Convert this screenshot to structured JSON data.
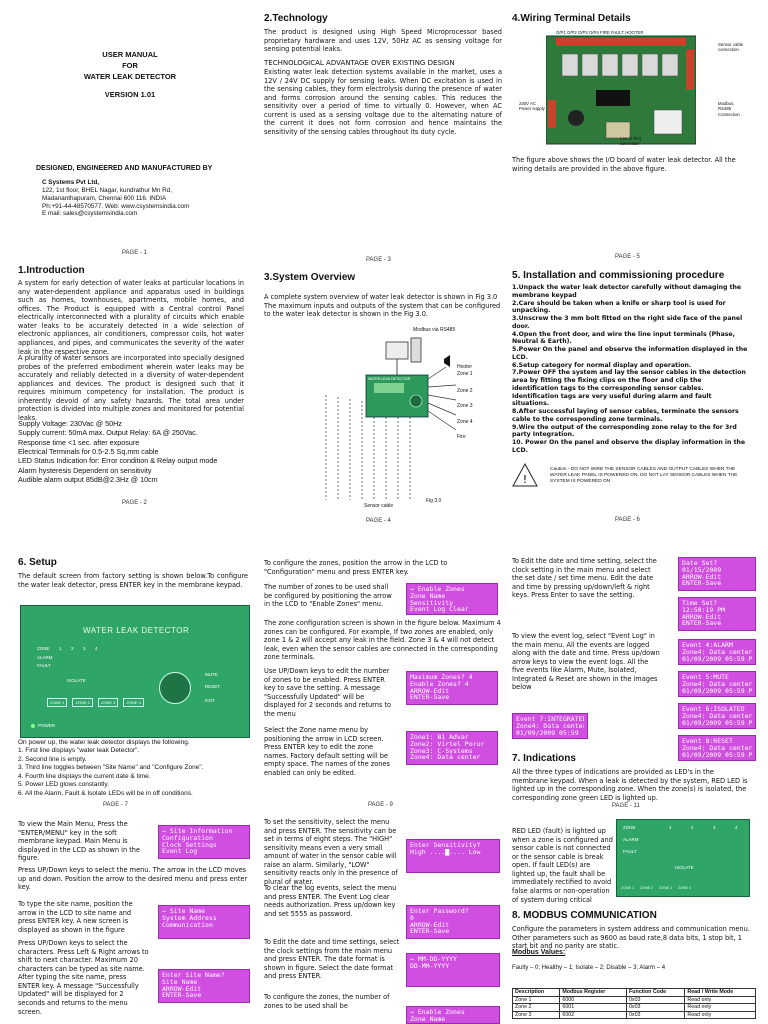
{
  "p1": {
    "title_lines": [
      "USER MANUAL",
      "FOR",
      "WATER LEAK DETECTOR"
    ],
    "version": "VERSION 1.01",
    "designed_by": "DESIGNED, ENGINEERED AND MANUFACTURED BY",
    "company": "C Systems Pvt Ltd,",
    "address_lines": [
      "122, 1st floor, BHEL Nagar, kundrathur Mn Rd,",
      "Madananthapuram, Chennai 600 116. INDIA",
      "Ph:+91-44-48570577. Web: www.csystemsindia.com",
      "E mail: sales@csystemsindia.com"
    ],
    "page": "PAGE - 1"
  },
  "p2": {
    "heading": "1.Introduction",
    "para1": "A system for early detection of water leaks at particular locations in any water-dependent appliance and apparatus used in buildings such as homes, townhouses, apartments, mobile homes, and offices. The Product is equipped with a Central control Panel electrically interconnected with a plurality of circuits which enable water leaks to be accurately detected in a wide selection of electronic appliances, air conditioners, compressor coils, hot water appliances, and pipes, and communicates the severity of the water leak in the respective zone.",
    "para2": "A plurality of water sensors are incorporated into specially designed probes of the preferred embodiment wherein water leaks may be accurately and reliably detected in a diversity of water-dependent appliances and devices. The product is designed such that it requires minimum competency for installation. The product is inherently devoid of any safety hazards. The total area under protection is divided into multiple zones and monitored for potential leaks.",
    "specs": [
      "Supply Voltage: 230Vac @ 50Hz",
      "Supply current: 50mA max. Output Relay: 6A @ 250Vac.",
      "Response time <1 sec. after exposure",
      "Electrical Terminals for 0.5-2.5 Sq.mm cable",
      "LED Status Indication for: Error condition & Relay output mode",
      "Alarm hysteresis Dependent on sensitivity",
      "Audible alarm output 85dB@2.3Hz @ 10cm"
    ],
    "page": "PAGE - 2"
  },
  "p3": {
    "heading": "2.Technology",
    "para1": "The product is designed using High Speed Microprocessor based proprietary hardware and uses 12V, 50Hz AC as sensing voltage for sensing potential leaks.",
    "subhead": "TECHNOLOGICAL ADVANTAGE OVER EXISTING DESIGN",
    "para2": "Existing water leak detection systems available in the market, uses a 12V / 24V DC supply for sensing leaks. When DC excitation is used in the sensing cables, they form electrolysis during the presence of water and forms corrosion around the sensing cables. This reduces the sensitivity over a period of time to virtually 0. However, when AC current is used as a sensing voltage due to the alternating nature of the current it does not form corrosion and hence maintains the sensitivity of the sensing cables throughout its duty cycle.",
    "page": "PAGE - 3"
  },
  "p4": {
    "heading": "3.System Overview",
    "para": "A complete system overview of water leak detector is shown in Fig 3.0 The maximum inputs and outputs of the system that can be configured to the water leak detector is shown in the Fig 3.0.",
    "modbus_label": "Modbus via RS485",
    "panel_title": "WATER LEAK DETECTOR",
    "zones": [
      "Zone 1",
      "Zone 2",
      "Zone 3",
      "Zone 4"
    ],
    "hooter": "Hooter",
    "fire": "Fire",
    "sensor_cable": "Sensor cable",
    "fig": "Fig 3.0",
    "page": "PAGE - 4"
  },
  "p5": {
    "heading": "4.Wiring Terminal Details",
    "board_top": "O/P1  O/P2  O/P3  O/P4  FIRE  FAULT  HOOTER",
    "label_right1": "Sensor cable connection",
    "label_left": "230V AC Power supply",
    "label_bottom": "Lan (4 Pin) connector",
    "label_right2": "Modbus, RS485 Connection",
    "para": "The figure above shows the I/O board of water leak detector. All the wiring details are provided in the above figure.",
    "page": "PAGE - 5"
  },
  "p6": {
    "heading": "5. Installation and commissioning procedure",
    "steps": [
      "1.Unpack the water leak detector carefully without damaging the membrane keypad",
      "2.Care should be taken when a knife or sharp tool is used for unpacking.",
      "3.Unscrew the 3 mm bolt fitted on the right side face of the panel door.",
      "4.Open the front door, and wire the line input terminals (Phase, Neutral & Earth).",
      "5.Power On the panel and observe the information displayed in the LCD.",
      "6.Setup category for normal display and operation.",
      "7.Power OFF the system and lay the sensor cables in the detection area by fitting the fixing clips on the floor and clip the identification tags to the corresponding sensor cables. Identification tags are very useful during alarm and fault situations.",
      "8.After successful laying of sensor cables, terminate the sensors cable to the corresponding zone terminals.",
      "9.Wire the output of the corresponding zone relay to the for 3rd party Integration.",
      "10. Power On the panel and observe the display information in the LCD."
    ],
    "caution": "Caution - DO NOT WIRE THE SENSOR CABLES AND OUTPUT CABLES WHEN THE WATER LEAK PANEL IS POWERED ON. DO NOT LAY SENSOR CABLES WHEN THE SYSTEM IS POWERED ON",
    "page": "PAGE - 6"
  },
  "p7": {
    "heading": "6. Setup",
    "para": "The default screen from factory setting is shown below.To configure the water leak detector, press ENTER key in the membrane keypad.",
    "panel": {
      "title": "WATER LEAK DETECTOR",
      "zone": "ZONE",
      "alarm": "ALARM",
      "fault": "FAULT",
      "nums": [
        "1",
        "2",
        "3",
        "4"
      ],
      "isolate": "ISOLATE",
      "zones_row": [
        "ZONE 1",
        "ZONE 2",
        "ZONE 3",
        "ZONE 4"
      ],
      "mute": "MUTE",
      "reset": "RESET",
      "exit": "EXIT",
      "power": "POWER"
    },
    "list": [
      "On power up, the water leak detector displays the following.",
      "1. First line displays \"water leak Detector\".",
      "2. Second line is empty.",
      "3. Third line toggles between \"Site Name\" and \"Configure Zone\".",
      "4. Fourth line displays the current date & time.",
      "5. Power LED glows constantly.",
      "6. All the Alarm, Fault & Isolate LEDs will be in off conditions."
    ],
    "page": "PAGE - 7"
  },
  "p8": {
    "para1": "To view the Main Menu, Press the \"ENTER/MENU\" key in the soft membrane keypad. Main Menu is displayed in the LCD as shown in the figure.",
    "para2": "Press UP/Down keys to select the menu. The arrow in the LCD moves up and down. Position the arrow to the desired menu and press enter key.",
    "para3": "To type the site name, position the arrow in the LCD to site name and press ENTER key. A new screen is displayed as shown in the figure",
    "para4": "Press UP/Down keys to select the characters. Press Left & Right arrows to shift to next character. Maximum 20 characters can be typed as site name. After typing the site name, press ENTER key. A message \"Successfully Updated\" will be displayed for 2 seconds and returns to the menu screen.",
    "lcd1": [
      "→ Site Information",
      "  Configuration",
      "  Clock Settings",
      "  Event Log"
    ],
    "lcd2": [
      "→ Site Name",
      "  System Address",
      "  Communication",
      ""
    ],
    "lcd3": [
      " Enter Site Name?",
      "Site Name",
      "   ARROW-Edit",
      "   ENTER-Save"
    ]
  },
  "p9": {
    "para1": "To configure the zones, position the arrow in the LCD to \"Configuration\" menu and press ENTER key.",
    "para2": "The number of zones to be used shall be configured by positioning the arrow in the LCD to \"Enable Zones\" menu.",
    "para3": "The zone configuration screen is shown in the figure below. Maximum 4 zones can be configured. For example, If two zones are enabled, only zone 1 & 2 will accept any leak in the field. Zone 3 & 4 will not detect leak, even when the sensor cables are connected in the corresponding zone terminals.",
    "para4": "Use UP/Down keys to edit the number of zones to be enabled. Press ENTER key to save the setting. A message \"Successfully Updated\" will be displayed for 2 seconds and returns to the menu",
    "para5": "Select the Zone name menu by positioning the arrow in LCD screen. Press ENTER key to edit the zone names. Factory default setting will be empty space. The names of the zones enabled can only be edited.",
    "lcd1": [
      "→ Enable Zones",
      "  Zone Name",
      "  Sensitivity",
      "  Event Log Clear"
    ],
    "lcd2": [
      " Maximum Zones? 4",
      " Enable Zones? 4",
      "   ARROW-Edit",
      "   ENTER-Save"
    ],
    "lcd3": [
      "Zone1: B1 Advar",
      "Zone2: Virtel Porur",
      "Zone3: C-Systems",
      "Zone4: Data center"
    ],
    "page": "PAGE - 9"
  },
  "p10": {
    "para1": "To set the sensitivity, select the menu and press ENTER. The sensitivity can be set in terms of eight steps. The \"HIGH\" sensitivity means even a very small amount of water in the sensor cable will raise an alarm. Similarly, \"LOW\" sensitivity reacts only in the presence of plural of water.",
    "para2": "To clear the log events, select the menu and press ENTER. The Event Log clear needs authorization. Press up/down key and set 5555 as password.",
    "para3": "To Edit the date and time settings, select the clock settings from the main menu and press ENTER. The date format is shown in figure. Select the date format and press ENTER.",
    "para4": "To configure the zones, the number of zones to be used shall be",
    "lcd1": [
      " Enter Sensitivity?",
      "",
      "High ....█.... Low",
      ""
    ],
    "lcd2": [
      " Enter Password?",
      "     0",
      "   ARROW-Edit",
      "   ENTER-Save"
    ],
    "lcd3": [
      "",
      "→ MM-DD-YYYY",
      "  DD-MM-YYYY",
      ""
    ],
    "lcd4": [
      "→ Enable Zones",
      "  Zone Name"
    ]
  },
  "p11": {
    "para1": "To Edit the date and time setting, select the clock setting in the main menu and select the set date / set time menu. Edit the date and time by pressing up/down/left & right keys. Press Enter to save the setting.",
    "para2": "To view the event log, select \"Event Log\" in the main menu. All the events are logged along with the date and time. Press up/down arrow keys to view the event logs. All the five events like Alarm, Mute, Isolated, Integrated & Reset are shown in the images below",
    "heading": "7. Indications",
    "para3": "All the three types of indications are provided as LED's in the membrane keypad. When a leak is detected by the system, RED LED is lighted up in the corresponding zone. When the zone(s) is isolated, the corresponding zone green LED is lighted up.",
    "lcd_date": [
      " Date Set?",
      "   01/15/2009",
      "  ARROW-Edit",
      "  ENTER-Save"
    ],
    "lcd_time": [
      " Time Set?",
      "  12:50:19 PM",
      "  ARROW-Edit",
      "  ENTER-Save"
    ],
    "lcd_alarm": [
      "Event 4:ALARM",
      "Zone4: Data center",
      "01/09/2009  05:59 PM"
    ],
    "lcd_mute": [
      "Event 5:MUTE",
      "Zone4: Data center",
      "01/09/2009  05:59 PM"
    ],
    "lcd_isolated": [
      "Event 6:ISOLATED",
      "Zone4: Data center",
      "01/09/2009  05:59 PM"
    ],
    "lcd_integrated": [
      "Event 7:INTEGRATED",
      "Zone4: Data center",
      "01/09/2009  05:59"
    ],
    "lcd_reset": [
      "Event 8:RESET",
      "Zone4: Data center",
      "01/09/2009  05:59 PM"
    ],
    "page": "PAGE - 11"
  },
  "p12": {
    "para1": "RED LED (fault) is lighted up when a zone is configured and sensor cable is not connected or the sensor cable is break open. If fault LED(s) are lighted up, the fault shall be immediately rectified to avoid false alarms or non-operation of system during critical",
    "panel": {
      "zone": "ZONE",
      "alarm": "ALARM",
      "fault": "FAULT",
      "nums": [
        "1",
        "2",
        "3",
        "4"
      ],
      "isolate": "ISOLATE",
      "zones_row": [
        "ZONE 1",
        "ZONE 2",
        "ZONE 3",
        "ZONE 4"
      ]
    },
    "heading": "8. MODBUS COMMUNICATION",
    "para2": "Configure the parameters in system address and communication menu. Other parameters such as 9600 as baud rate,8 data bits, 1 stop bit, 1 start bit and no parity are static.",
    "values_head": "Modbus Values:",
    "values": "Faulty – 0; Healthy – 1; Isolate – 2; Disable – 3; Alarm – 4",
    "table": {
      "headers": [
        "Description",
        "Modbus Register",
        "Function Code",
        "Read / Write Mode"
      ],
      "rows": [
        [
          "Zone 1",
          "6000",
          "0x03",
          "Read only"
        ],
        [
          "Zone 2",
          "6001",
          "0x03",
          "Read only"
        ],
        [
          "Zone 3",
          "6002",
          "0x03",
          "Read only"
        ]
      ]
    }
  }
}
